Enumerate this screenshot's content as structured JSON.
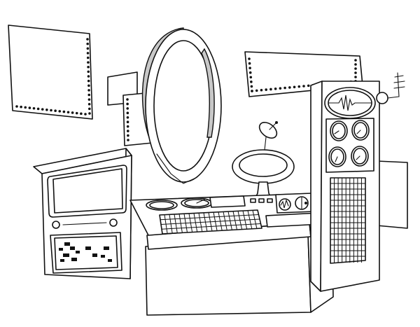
{
  "scene": {
    "background_color": "#ffffff",
    "line_color": "#111111",
    "shade_color": "#c8c8c8",
    "style": "black-and-white line-art coloring page of a sci-fi control room"
  },
  "monitor": {
    "knob_count": 2,
    "panel_lights": 12
  },
  "keyboard": {
    "key_rows": 4,
    "key_cols": 20
  },
  "tower": {
    "dial_count": 4,
    "grid_rows": 15,
    "grid_cols": 9
  }
}
